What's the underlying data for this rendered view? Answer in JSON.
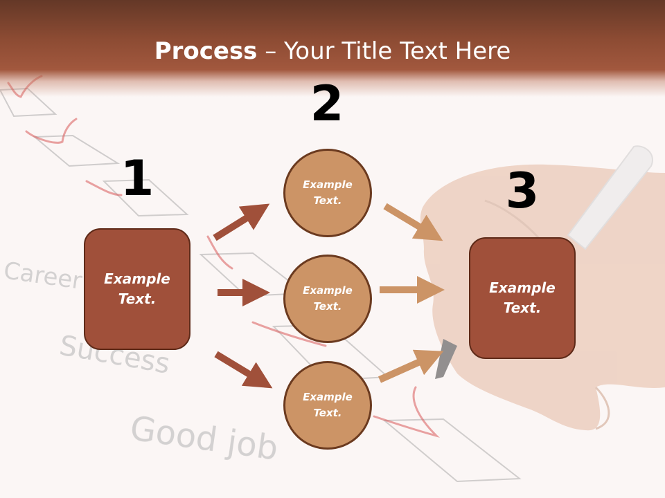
{
  "title": {
    "bold": "Process",
    "rest": " – Your Title Text Here"
  },
  "numbers": {
    "one": "1",
    "two": "2",
    "three": "3"
  },
  "box_left": {
    "text": "Example Text."
  },
  "box_right": {
    "text": "Example Text."
  },
  "circles": [
    {
      "text": "Example Text."
    },
    {
      "text": "Example Text."
    },
    {
      "text": "Example Text."
    }
  ],
  "background": {
    "words": [
      "Career",
      "Success",
      "Good job"
    ]
  },
  "colors": {
    "header": "#8c4b33",
    "box": "#a0503a",
    "circle": "#cc9466",
    "arrow_left": "#a0503a",
    "arrow_right": "#cc9466"
  }
}
